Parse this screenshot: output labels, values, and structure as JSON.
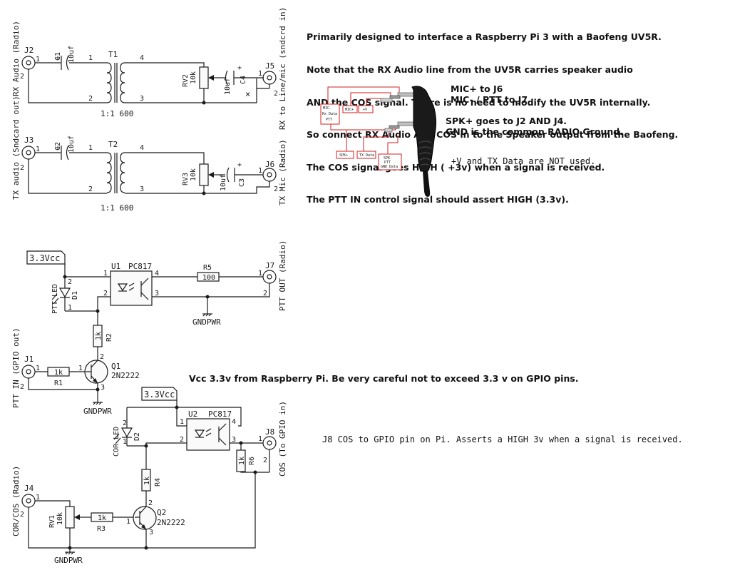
{
  "notes": {
    "intro": [
      "Primarily designed to interface a Raspberry Pi 3 with a Baofeng UV5R.",
      "Note that the RX Audio line from the UV5R carries speaker audio",
      "AND the COS signal. There is no need to modify the UV5R internally.",
      "So connect RX Audio And COS in to the Speaker output from the Baofeng.",
      "The COS signal goes HIGH ( +3v) when a signal is received.",
      "The PTT IN control signal should assert HIGH (3.3v)."
    ],
    "mic_plus": "MIC+ to J6",
    "mic_minus": "MIC- / PTT to J7",
    "spk_plus": "SPK+  goes to J2 AND J4.",
    "gnd": "GND is the common RADIO Ground.",
    "unused": "+V and TX Data are NOT used.",
    "vcc_warning": "Vcc 3.3v from Raspberry Pi. Be very careful not to exceed 3.3 v on GPIO pins.",
    "j8_note": "J8 COS to GPIO pin on Pi. Asserts a HIGH 3v when a signal is received."
  },
  "plug_labels": {
    "mic_rx": [
      "MIC-",
      "Rx Data",
      "PTT"
    ],
    "mic_plus": "MIC+",
    "v_plus": "+V",
    "spk_plus": "SPK+",
    "tx_data": "TX Data",
    "spk_minus": [
      "SPK-",
      "PTT",
      "GND Data"
    ]
  },
  "colors": {
    "wire": "#1a1a1a",
    "annot": "#d22020",
    "cable": "#111111"
  },
  "schematic": {
    "j2": {
      "ref": "J2",
      "label": "RX Audio (Radio)",
      "p1": "1",
      "p2": "2"
    },
    "c1": {
      "ref": "C1",
      "value": "10uf",
      "plus": "+"
    },
    "t1": {
      "ref": "T1",
      "ratio": "1:1 600",
      "p1": "1",
      "p2": "2",
      "p3": "3",
      "p4": "4"
    },
    "rv2": {
      "ref": "RV2",
      "value": "10k"
    },
    "c4": {
      "ref": "C4",
      "value": "10uf",
      "plus": "+"
    },
    "nc": "×",
    "j5": {
      "ref": "J5",
      "label": "RX to Line/mic (sndcrd in)",
      "p1": "1",
      "p2": "2"
    },
    "j3": {
      "ref": "J3",
      "label": "TX audio (Sndcard out)",
      "p1": "1",
      "p2": "2"
    },
    "c2": {
      "ref": "C2",
      "value": "10uf",
      "plus": "+"
    },
    "t2": {
      "ref": "T2",
      "ratio": "1:1 600",
      "p1": "1",
      "p2": "2",
      "p3": "3",
      "p4": "4"
    },
    "rv3": {
      "ref": "RV3",
      "value": "10k"
    },
    "c3": {
      "ref": "C3",
      "value": "10uf",
      "plus": "+"
    },
    "j6": {
      "ref": "J6",
      "label": "TX Mic (Radio)",
      "p1": "1",
      "p2": "2"
    },
    "vcc1": "3.3Vcc",
    "vcc2": "3.3Vcc",
    "d1": {
      "ref": "D1",
      "value": "PTT LED",
      "p1": "1",
      "p2": "2"
    },
    "u1": {
      "ref": "U1",
      "value": "PC817",
      "p1": "1",
      "p2": "2",
      "p3": "3",
      "p4": "4"
    },
    "r5": {
      "ref": "R5",
      "value": "100"
    },
    "j7": {
      "ref": "J7",
      "label": "PTT OUT (Radio)",
      "p1": "1",
      "p2": "2"
    },
    "gnd_label": "GNDPWR",
    "r2": {
      "ref": "R2",
      "value": "1k"
    },
    "j1": {
      "ref": "J1",
      "label": "PTT IN (GPIO out)",
      "p1": "1",
      "p2": "2"
    },
    "r1": {
      "ref": "R1",
      "value": "1k"
    },
    "q1": {
      "ref": "Q1",
      "value": "2N2222",
      "p1": "1",
      "p2": "2",
      "p3": "3"
    },
    "d2": {
      "ref": "D2",
      "value": "COR LED",
      "p1": "1",
      "p2": "2"
    },
    "u2": {
      "ref": "U2",
      "value": "PC817",
      "p1": "1",
      "p2": "2",
      "p3": "3",
      "p4": "4"
    },
    "j8": {
      "ref": "J8",
      "label": "COS (To GPIO in)",
      "p1": "1",
      "p2": "2"
    },
    "r6": {
      "ref": "R6",
      "value": "1k"
    },
    "r4": {
      "ref": "R4",
      "value": "1k"
    },
    "j4": {
      "ref": "J4",
      "label": "COR/COS (Radio)",
      "p1": "1",
      "p2": "2"
    },
    "rv1": {
      "ref": "RV1",
      "value": "10k"
    },
    "r3": {
      "ref": "R3",
      "value": "1k"
    },
    "q2": {
      "ref": "Q2",
      "value": "2N2222",
      "p1": "1",
      "p2": "2",
      "p3": "3"
    }
  }
}
